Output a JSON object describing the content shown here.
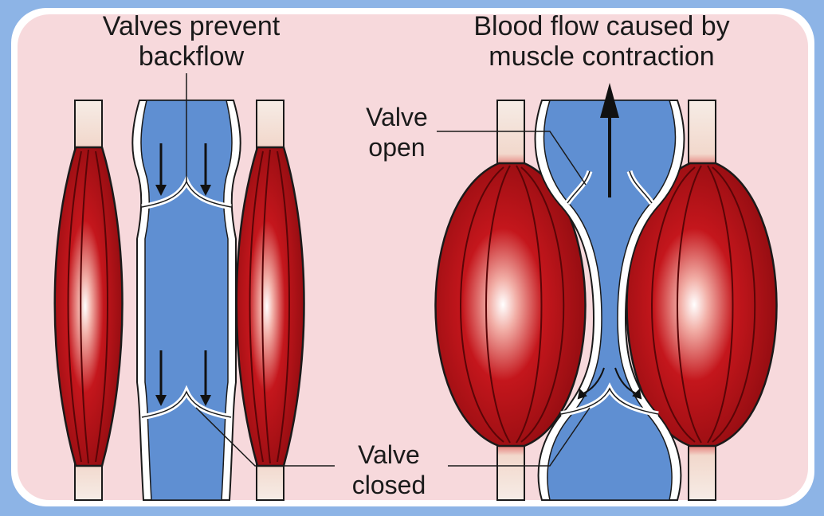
{
  "diagram": {
    "labels": {
      "valves_prevent_line1": "Valves prevent",
      "valves_prevent_line2": "backflow",
      "blood_flow_line1": "Blood flow caused by",
      "blood_flow_line2": "muscle contraction",
      "valve_open_line1": "Valve",
      "valve_open_line2": "open",
      "valve_closed_line1": "Valve",
      "valve_closed_line2": "closed"
    },
    "colors": {
      "frame_background": "#8db4e6",
      "panel_background": "#f7d9dc",
      "vein_blue": "#5f8fd2",
      "muscle_red": "#b0141a",
      "tendon": "#f2e6df"
    }
  }
}
